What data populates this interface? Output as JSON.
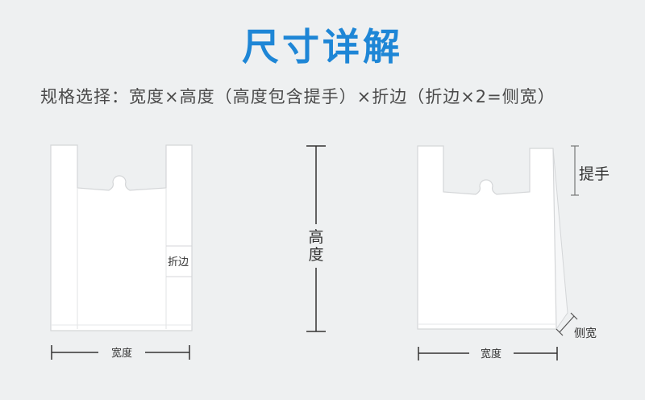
{
  "title": "尺寸详解",
  "subtitle": "规格选择：宽度×高度（高度包含提手）×折边（折边×2=侧宽）",
  "labels": {
    "fold": "折边",
    "width_left": "宽度",
    "height_char1": "高",
    "height_char2": "度",
    "handle": "提手",
    "side_width": "侧宽",
    "width_right": "宽度"
  },
  "colors": {
    "title": "#1e86d6",
    "background": "#eef0f1",
    "bag_fill": "#ffffff",
    "bag_stroke": "#d8dadc",
    "dimension_line": "#333333"
  }
}
